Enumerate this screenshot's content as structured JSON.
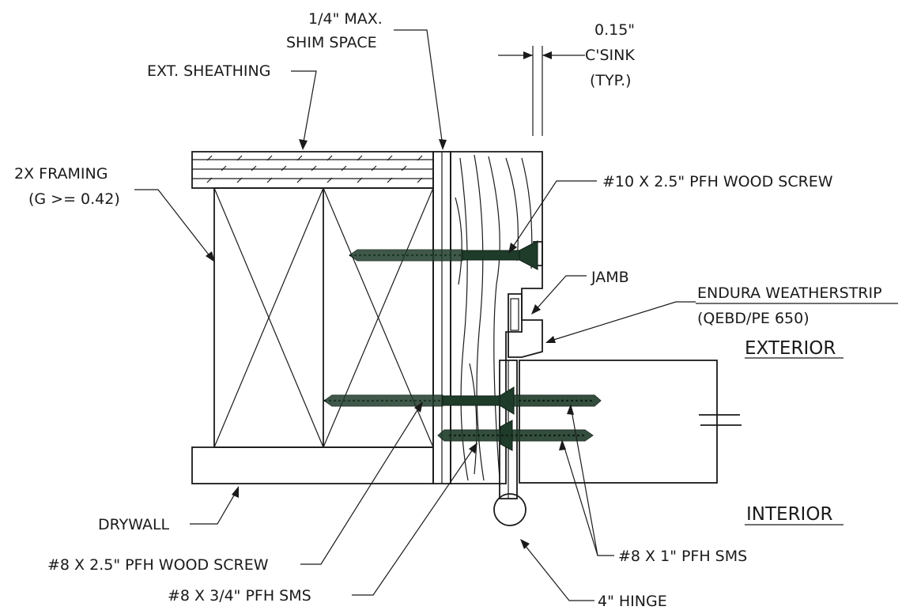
{
  "labels": {
    "shim_space_1": "1/4\" MAX.",
    "shim_space_2": "SHIM SPACE",
    "csink_1": "0.15\"",
    "csink_2": "C'SINK",
    "csink_3": "(TYP.)",
    "ext_sheathing": "EXT. SHEATHING",
    "framing_1": "2X FRAMING",
    "framing_2": "(G >= 0.42)",
    "wood_screw_10": "#10 X 2.5\" PFH WOOD SCREW",
    "jamb": "JAMB",
    "weatherstrip_1": "ENDURA WEATHERSTRIP",
    "weatherstrip_2": "(QEBD/PE 650)",
    "exterior": "EXTERIOR",
    "interior": "INTERIOR",
    "drywall": "DRYWALL",
    "wood_screw_8": "#8 X 2.5\" PFH WOOD SCREW",
    "sms_8_1in": "#8 X 1\" PFH SMS",
    "sms_8_34in": "#8 X 3/4\" PFH SMS",
    "hinge": "4\" HINGE"
  },
  "colors": {
    "line": "#1a1a1a",
    "screw": "#1f3b2a",
    "background": "#ffffff"
  }
}
